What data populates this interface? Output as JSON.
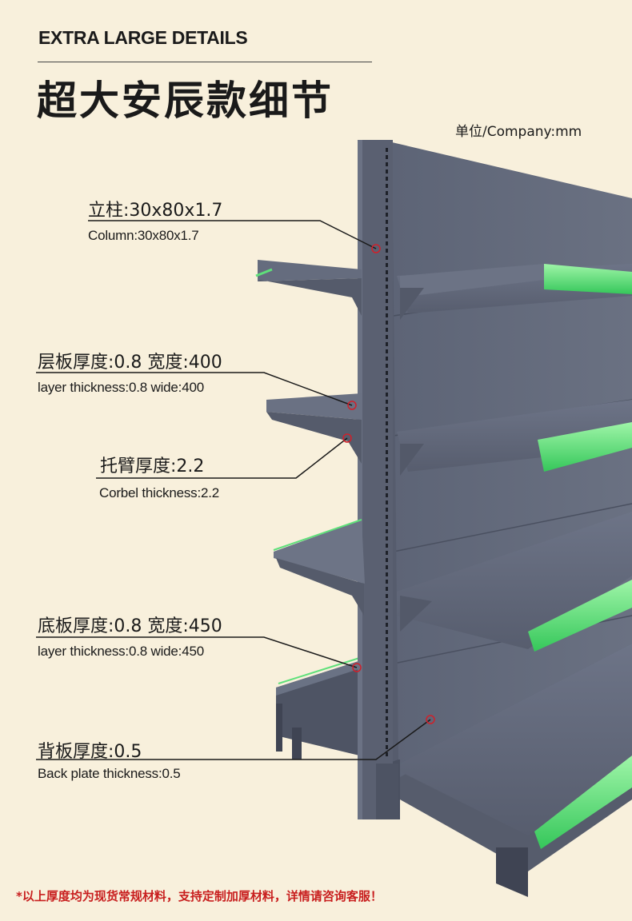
{
  "header": {
    "title_en": "EXTRA LARGE DETAILS",
    "title_cn": "超大安辰款细节",
    "unit": "单位/Company:mm"
  },
  "annotations": [
    {
      "cn": "立柱:30x80x1.7",
      "en": "Column:30x80x1.7"
    },
    {
      "cn": "层板厚度:0.8 宽度:400",
      "en": "layer thickness:0.8 wide:400"
    },
    {
      "cn": "托臂厚度:2.2",
      "en": "Corbel thickness:2.2"
    },
    {
      "cn": "底板厚度:0.8 宽度:450",
      "en": "layer thickness:0.8 wide:450"
    },
    {
      "cn": "背板厚度:0.5",
      "en": "Back plate thickness:0.5"
    }
  ],
  "footer": {
    "note": "*以上厚度均为现货常规材料，支持定制加厚材料，详情请咨询客服！"
  },
  "colors": {
    "background": "#f8f0dc",
    "shelf": "#5b6273",
    "price_strip": "#5fe07a",
    "marker": "#d0202a",
    "footer_text": "#c81e1e"
  }
}
